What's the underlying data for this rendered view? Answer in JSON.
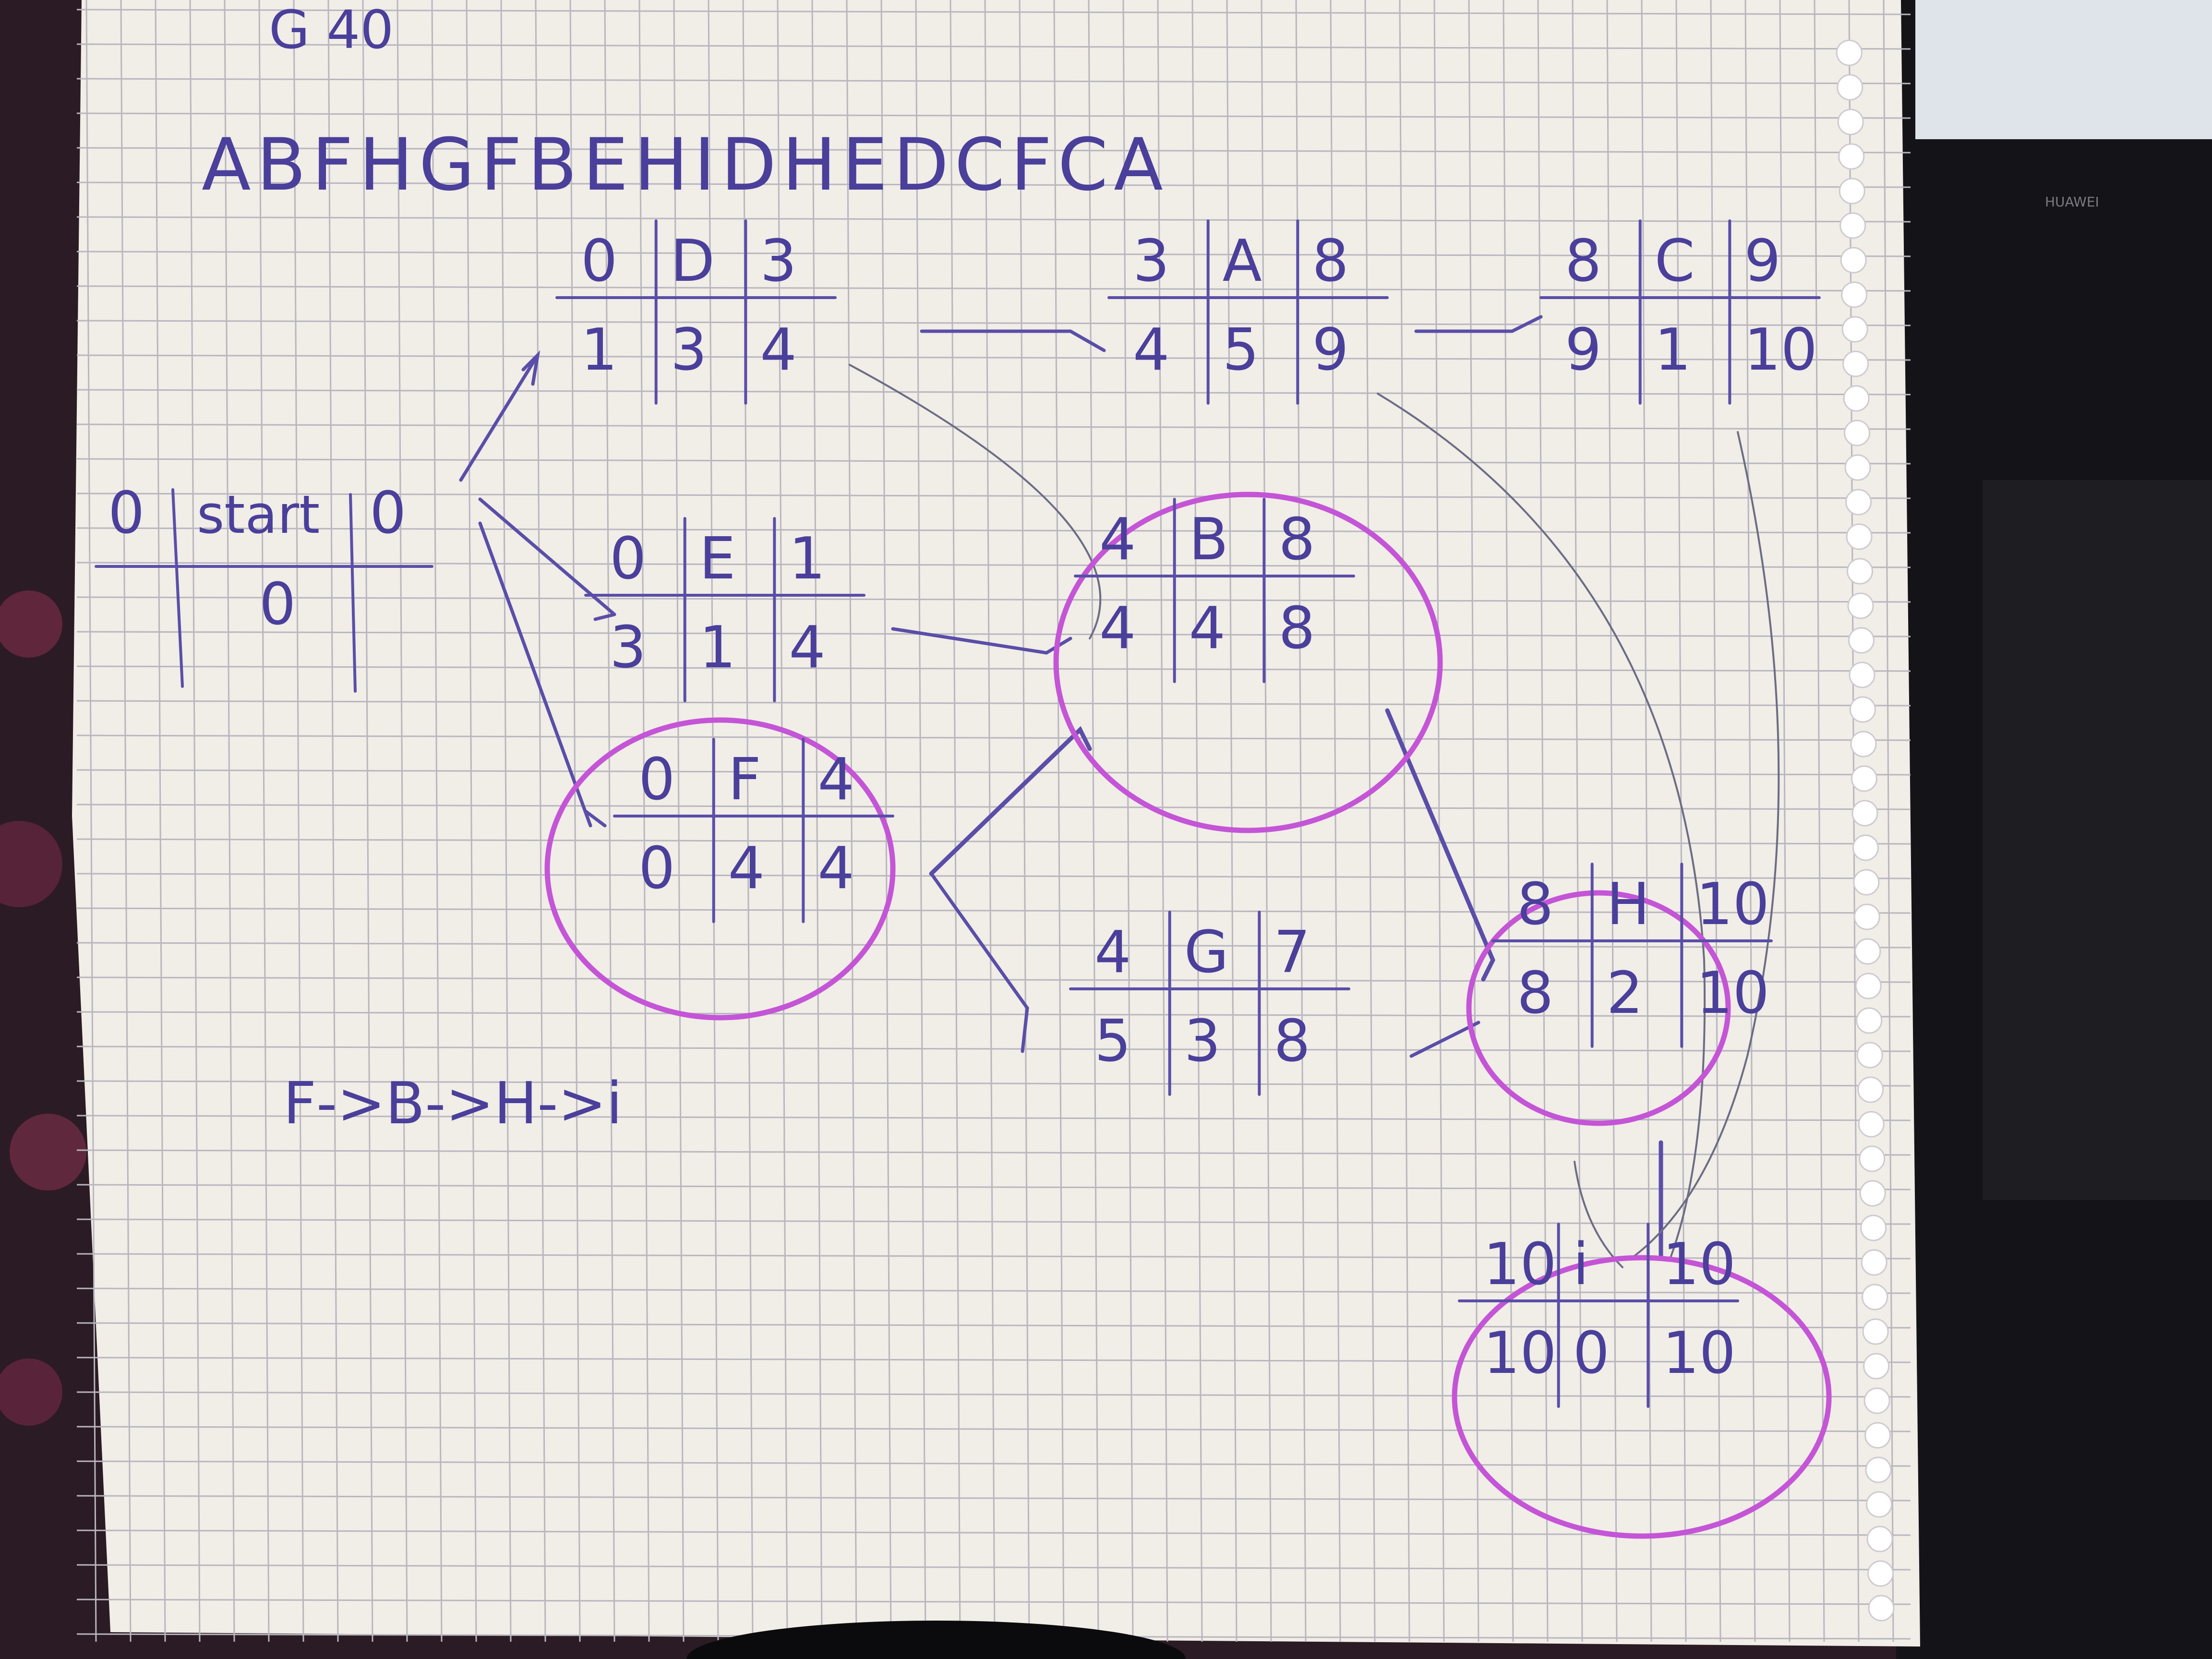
{
  "notebook": {
    "corner_scribble": "G 40",
    "sequence": "ABFHGFBEHIDHEDCFCA",
    "critical_path": "F->B->H->i",
    "colors": {
      "ink": "#4a3f9a",
      "highlight": "#c455d6",
      "paper": "#f1ede7"
    }
  },
  "nodes": {
    "start": {
      "es": "0",
      "name": "start",
      "ef": "0",
      "slack": "0"
    },
    "D": {
      "es": "0",
      "name": "D",
      "ef": "3",
      "ls": "1",
      "dur": "3",
      "lf": "4"
    },
    "E": {
      "es": "0",
      "name": "E",
      "ef": "1",
      "ls": "3",
      "dur": "1",
      "lf": "4"
    },
    "F": {
      "es": "0",
      "name": "F",
      "ef": "4",
      "ls": "0",
      "dur": "4",
      "lf": "4",
      "critical": true
    },
    "A": {
      "es": "3",
      "name": "A",
      "ef": "8",
      "ls": "4",
      "dur": "5",
      "lf": "9"
    },
    "C": {
      "es": "8",
      "name": "C",
      "ef": "9",
      "ls": "9",
      "dur": "1",
      "lf": "10"
    },
    "B": {
      "es": "4",
      "name": "B",
      "ef": "8",
      "ls": "4",
      "dur": "4",
      "lf": "8",
      "critical": true
    },
    "G": {
      "es": "4",
      "name": "G",
      "ef": "7",
      "ls": "5",
      "dur": "3",
      "lf": "8"
    },
    "H": {
      "es": "8",
      "name": "H",
      "ef": "10",
      "ls": "8",
      "dur": "2",
      "lf": "10",
      "critical": true
    },
    "I": {
      "es": "10",
      "name": "i",
      "ef": "10",
      "ls": "10",
      "dur": "0",
      "lf": "10",
      "critical": true
    }
  },
  "laptop": {
    "brand": "HUAWEI"
  }
}
